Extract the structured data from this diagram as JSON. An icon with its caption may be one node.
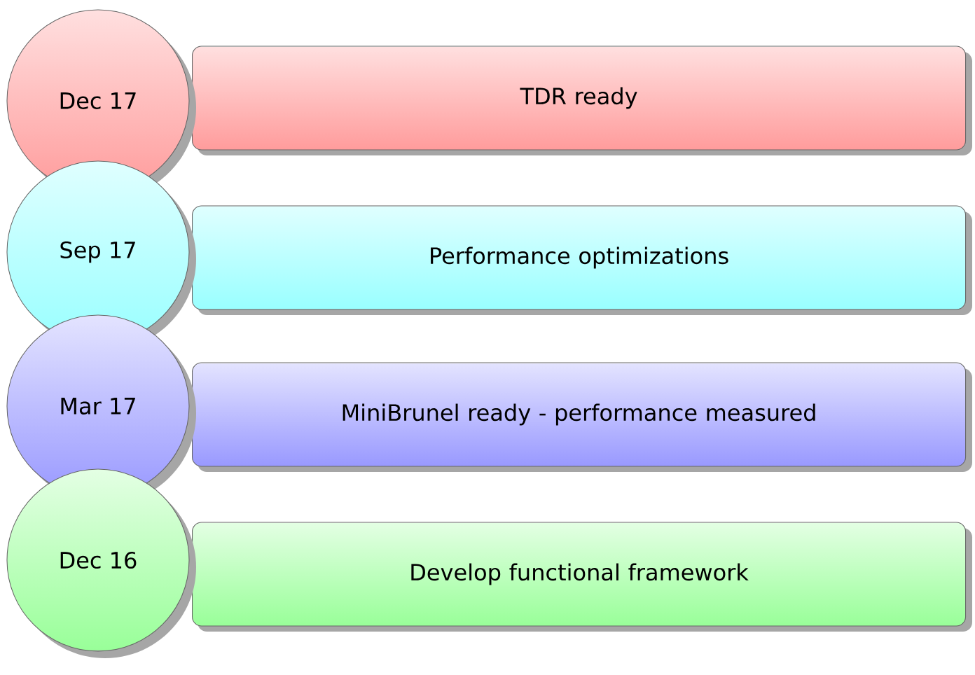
{
  "diagram": {
    "nodes": [
      {
        "text": [
          "Dec 17"
        ]
      },
      {
        "text": [
          "TDR ready"
        ]
      },
      {
        "text": [
          "Sep 17"
        ]
      },
      {
        "text": [
          "Performance optimizations"
        ]
      },
      {
        "text": [
          "Mar 17"
        ]
      },
      {
        "text": [
          "MiniBrunel ready - performance measured"
        ]
      },
      {
        "text": [
          "Dec 16"
        ]
      },
      {
        "text": [
          "Develop functional framework"
        ]
      }
    ]
  }
}
